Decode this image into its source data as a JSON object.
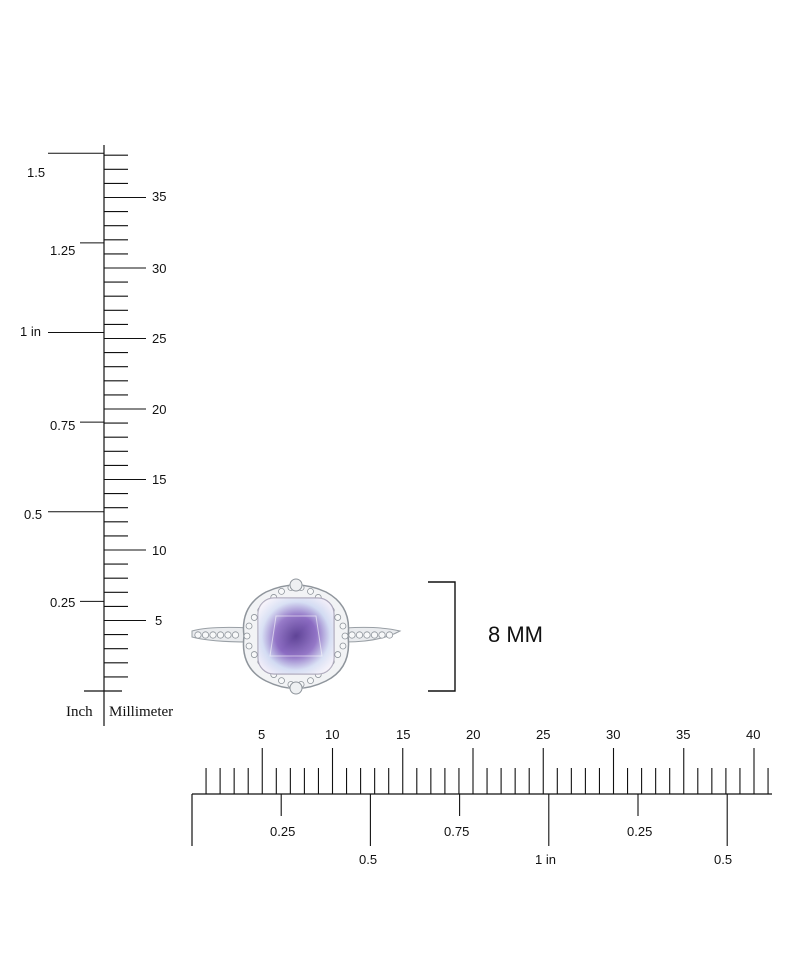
{
  "vertical_ruler": {
    "inch_labels": [
      "0.25",
      "0.5",
      "0.75",
      "1 in",
      "1.25",
      "1.5"
    ],
    "mm_labels": [
      "5",
      "10",
      "15",
      "20",
      "25",
      "30",
      "35"
    ],
    "unit_inch": "Inch",
    "unit_mm": "Millimeter"
  },
  "horizontal_ruler": {
    "mm_labels": [
      "5",
      "10",
      "15",
      "20",
      "25",
      "30",
      "35",
      "40"
    ],
    "inch_labels": [
      "0.25",
      "0.5",
      "0.75",
      "1 in",
      "0.25",
      "0.5"
    ]
  },
  "product": {
    "size_label": "8 MM",
    "stone_color": "#6a3fa0",
    "halo_color": "#c8cdd2",
    "metal_color": "#b9bec4"
  }
}
